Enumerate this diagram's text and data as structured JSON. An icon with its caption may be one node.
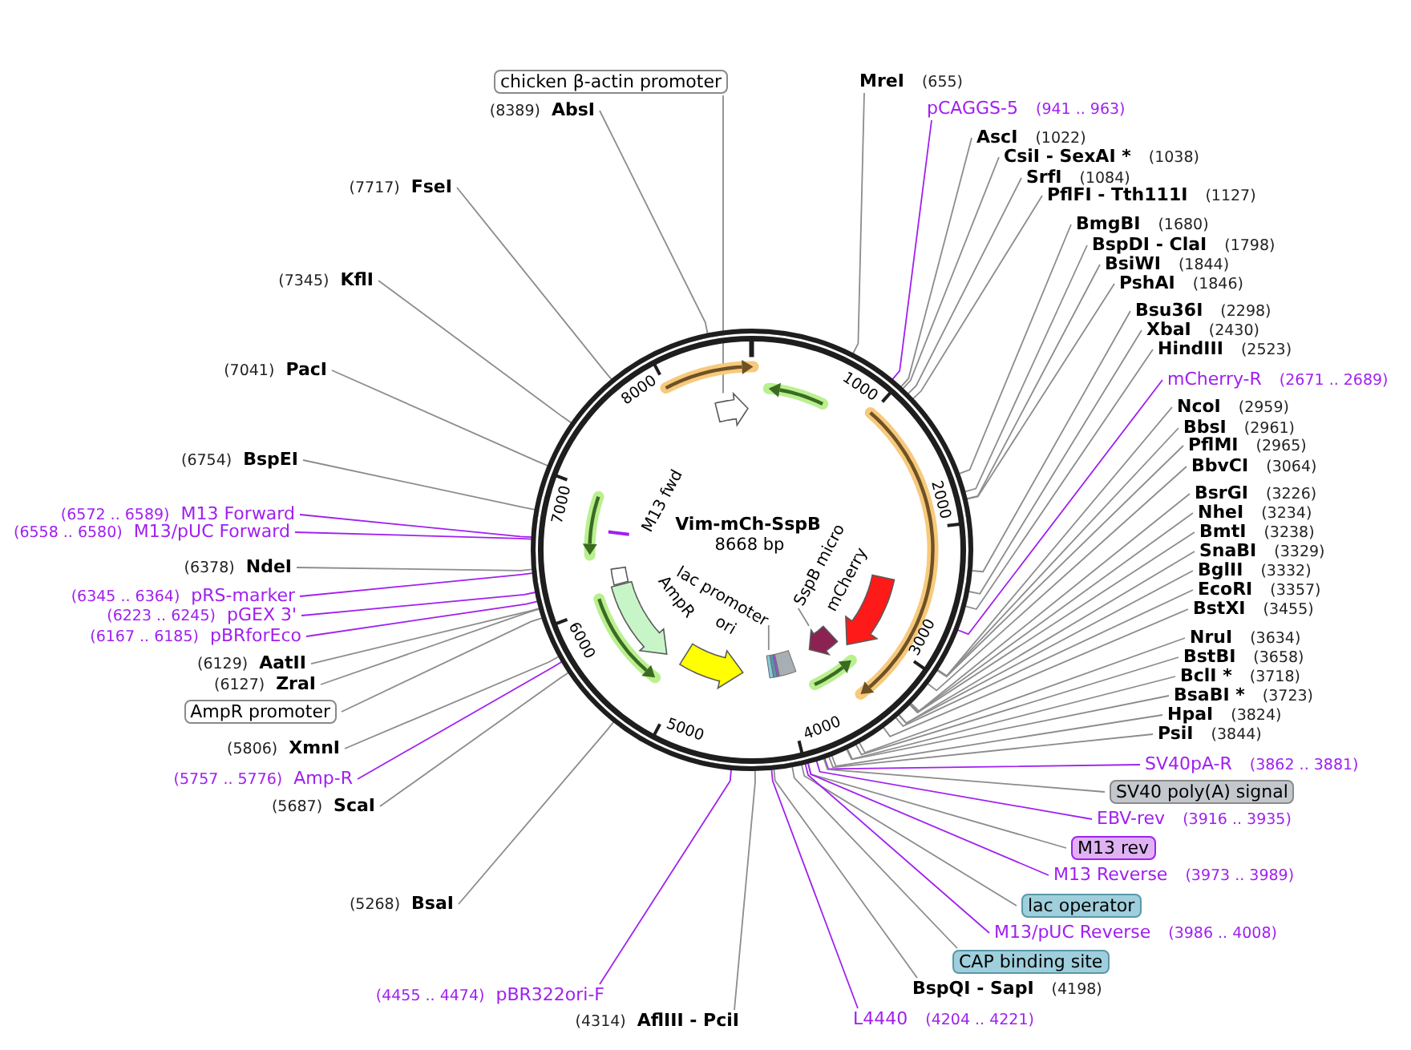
{
  "diagram": {
    "title": "Vim-mCh-SspB",
    "nodes": [
      {
        "text": [
          "chicken β-actin promoter"
        ]
      },
      {
        "text": [
          "(8389)",
          "AbsI"
        ]
      },
      {
        "text": [
          "(7717)",
          "FseI"
        ]
      },
      {
        "text": [
          "(7345)",
          "KflI"
        ]
      },
      {
        "text": [
          "(7041)",
          "PacI"
        ]
      },
      {
        "text": [
          "(6754)",
          "BspEI"
        ]
      },
      {
        "text": [
          "(6572 .. 6589)",
          "M13 Forward"
        ]
      },
      {
        "text": [
          "(6558 .. 6580)",
          "M13/pUC Forward"
        ]
      },
      {
        "text": [
          "(6378)",
          "NdeI"
        ]
      },
      {
        "text": [
          "(6345 .. 6364)",
          "pRS-marker"
        ]
      },
      {
        "text": [
          "(6223 .. 6245)",
          "pGEX 3'"
        ]
      },
      {
        "text": [
          "(6167 .. 6185)",
          "pBRforEco"
        ]
      },
      {
        "text": [
          "(6129)",
          "AatII"
        ]
      },
      {
        "text": [
          "(6127)",
          "ZraI"
        ]
      },
      {
        "text": [
          "AmpR promoter"
        ]
      },
      {
        "text": [
          "(5806)",
          "XmnI"
        ]
      },
      {
        "text": [
          "(5757 .. 5776)",
          "Amp-R"
        ]
      },
      {
        "text": [
          "(5687)",
          "ScaI"
        ]
      },
      {
        "text": [
          "(5268)",
          "BsaI"
        ]
      },
      {
        "text": [
          "(4455 .. 4474)",
          "pBR322ori-F"
        ]
      },
      {
        "text": [
          "(4314)",
          "AflIII - PciI"
        ]
      },
      {
        "text": [
          "MreI",
          "(655)"
        ]
      },
      {
        "text": [
          "pCAGGS-5",
          "(941 .. 963)"
        ]
      },
      {
        "text": [
          "AscI",
          "(1022)"
        ]
      },
      {
        "text": [
          "CsiI - SexAI *",
          "(1038)"
        ]
      },
      {
        "text": [
          "SrfI",
          "(1084)"
        ]
      },
      {
        "text": [
          "PflFI - Tth111I",
          "(1127)"
        ]
      },
      {
        "text": [
          "BmgBI",
          "(1680)"
        ]
      },
      {
        "text": [
          "BspDI - ClaI",
          "(1798)"
        ]
      },
      {
        "text": [
          "BsiWI",
          "(1844)"
        ]
      },
      {
        "text": [
          "PshAI",
          "(1846)"
        ]
      },
      {
        "text": [
          "Bsu36I",
          "(2298)"
        ]
      },
      {
        "text": [
          "XbaI",
          "(2430)"
        ]
      },
      {
        "text": [
          "HindIII",
          "(2523)"
        ]
      },
      {
        "text": [
          "mCherry-R",
          "(2671 .. 2689)"
        ]
      },
      {
        "text": [
          "NcoI",
          "(2959)"
        ]
      },
      {
        "text": [
          "BbsI",
          "(2961)"
        ]
      },
      {
        "text": [
          "PflMI",
          "(2965)"
        ]
      },
      {
        "text": [
          "BbvCI",
          "(3064)"
        ]
      },
      {
        "text": [
          "BsrGI",
          "(3226)"
        ]
      },
      {
        "text": [
          "NheI",
          "(3234)"
        ]
      },
      {
        "text": [
          "BmtI",
          "(3238)"
        ]
      },
      {
        "text": [
          "SnaBI",
          "(3329)"
        ]
      },
      {
        "text": [
          "BglII",
          "(3332)"
        ]
      },
      {
        "text": [
          "EcoRI",
          "(3357)"
        ]
      },
      {
        "text": [
          "BstXI",
          "(3455)"
        ]
      },
      {
        "text": [
          "NruI",
          "(3634)"
        ]
      },
      {
        "text": [
          "BstBI",
          "(3658)"
        ]
      },
      {
        "text": [
          "BclI *",
          "(3718)"
        ]
      },
      {
        "text": [
          "BsaBI *",
          "(3723)"
        ]
      },
      {
        "text": [
          "HpaI",
          "(3824)"
        ]
      },
      {
        "text": [
          "PsiI",
          "(3844)"
        ]
      },
      {
        "text": [
          "SV40pA-R",
          "(3862 .. 3881)"
        ]
      },
      {
        "text": [
          "SV40 poly(A) signal"
        ]
      },
      {
        "text": [
          "EBV-rev",
          "(3916 .. 3935)"
        ]
      },
      {
        "text": [
          "M13 rev"
        ]
      },
      {
        "text": [
          "M13 Reverse",
          "(3973 .. 3989)"
        ]
      },
      {
        "text": [
          "lac operator"
        ]
      },
      {
        "text": [
          "M13/pUC Reverse",
          "(3986 .. 4008)"
        ]
      },
      {
        "text": [
          "CAP binding site"
        ]
      },
      {
        "text": [
          "BspQI - SapI",
          "(4198)"
        ]
      },
      {
        "text": [
          "L4440",
          "(4204 .. 4221)"
        ]
      },
      {
        "text": [],
        "shape": "circle"
      },
      {
        "text": [],
        "shape": "arrow",
        "in": 62
      },
      {
        "text": [],
        "shape": "arrow",
        "in": 62
      },
      {
        "text": [],
        "shape": "arrow",
        "in": 62
      },
      {
        "text": [],
        "shape": "arrow",
        "in": 62
      },
      {
        "text": [],
        "shape": "arrow",
        "in": 62,
        "beside": [
          "mCherry"
        ]
      },
      {
        "text": [],
        "shape": "arrow",
        "in": 62
      },
      {
        "text": [
          "SspB micro"
        ],
        "in": 62
      },
      {
        "text": [],
        "shape": "arrow",
        "in": 62
      },
      {
        "text": [],
        "shape": "box",
        "in": 62
      },
      {
        "text": [
          "lac promoter"
        ],
        "in": 62
      },
      {
        "text": [],
        "shape": "arrow",
        "in": 62,
        "beside": [
          "ori"
        ]
      },
      {
        "text": [],
        "shape": "arrow",
        "in": 62,
        "beside": [
          "AmpR"
        ]
      },
      {
        "text": [],
        "shape": "box",
        "in": 62
      },
      {
        "text": [],
        "shape": "arrow",
        "in": 62
      },
      {
        "text": [],
        "shape": "arrow",
        "in": 62
      },
      {
        "text": [],
        "shape": "bar",
        "in": 62,
        "beside": [
          "M13 fwd"
        ]
      }
    ],
    "edges": [
      {
        "from": 0,
        "to": 64,
        "arrow": "none"
      },
      {
        "from": 1,
        "to": 62,
        "arrow": "none"
      },
      {
        "from": 2,
        "to": 62,
        "arrow": "none"
      },
      {
        "from": 3,
        "to": 62,
        "arrow": "none"
      },
      {
        "from": 4,
        "to": 62,
        "arrow": "none"
      },
      {
        "from": 5,
        "to": 62,
        "arrow": "none"
      },
      {
        "from": 6,
        "to": 62,
        "arrow": "none",
        "color": "#a020f0"
      },
      {
        "from": 7,
        "to": 62,
        "arrow": "none",
        "color": "#a020f0"
      },
      {
        "from": 8,
        "to": 62,
        "arrow": "none"
      },
      {
        "from": 9,
        "to": 62,
        "arrow": "none",
        "color": "#a020f0"
      },
      {
        "from": 10,
        "to": 62,
        "arrow": "none",
        "color": "#a020f0"
      },
      {
        "from": 11,
        "to": 62,
        "arrow": "none",
        "color": "#a020f0"
      },
      {
        "from": 12,
        "to": 62,
        "arrow": "none"
      },
      {
        "from": 13,
        "to": 62,
        "arrow": "none"
      },
      {
        "from": 14,
        "to": 62,
        "arrow": "none"
      },
      {
        "from": 15,
        "to": 62,
        "arrow": "none"
      },
      {
        "from": 16,
        "to": 62,
        "arrow": "none",
        "color": "#a020f0"
      },
      {
        "from": 17,
        "to": 62,
        "arrow": "none"
      },
      {
        "from": 18,
        "to": 62,
        "arrow": "none"
      },
      {
        "from": 19,
        "to": 62,
        "arrow": "none",
        "color": "#a020f0"
      },
      {
        "from": 20,
        "to": 62,
        "arrow": "none"
      },
      {
        "from": 21,
        "to": 62,
        "arrow": "none"
      },
      {
        "from": 22,
        "to": 62,
        "arrow": "none",
        "color": "#a020f0"
      },
      {
        "from": 23,
        "to": 62,
        "arrow": "none"
      },
      {
        "from": 24,
        "to": 62,
        "arrow": "none"
      },
      {
        "from": 25,
        "to": 62,
        "arrow": "none"
      },
      {
        "from": 26,
        "to": 62,
        "arrow": "none"
      },
      {
        "from": 27,
        "to": 62,
        "arrow": "none"
      },
      {
        "from": 28,
        "to": 62,
        "arrow": "none"
      },
      {
        "from": 29,
        "to": 62,
        "arrow": "none"
      },
      {
        "from": 30,
        "to": 62,
        "arrow": "none"
      },
      {
        "from": 31,
        "to": 62,
        "arrow": "none"
      },
      {
        "from": 32,
        "to": 62,
        "arrow": "none"
      },
      {
        "from": 33,
        "to": 62,
        "arrow": "none"
      },
      {
        "from": 34,
        "to": 62,
        "arrow": "none",
        "color": "#a020f0"
      },
      {
        "from": 35,
        "to": 62,
        "arrow": "none"
      },
      {
        "from": 36,
        "to": 62,
        "arrow": "none"
      },
      {
        "from": 37,
        "to": 62,
        "arrow": "none"
      },
      {
        "from": 38,
        "to": 62,
        "arrow": "none"
      },
      {
        "from": 39,
        "to": 62,
        "arrow": "none"
      },
      {
        "from": 40,
        "to": 62,
        "arrow": "none"
      },
      {
        "from": 41,
        "to": 62,
        "arrow": "none"
      },
      {
        "from": 42,
        "to": 62,
        "arrow": "none"
      },
      {
        "from": 43,
        "to": 62,
        "arrow": "none"
      },
      {
        "from": 44,
        "to": 62,
        "arrow": "none"
      },
      {
        "from": 45,
        "to": 62,
        "arrow": "none"
      },
      {
        "from": 46,
        "to": 62,
        "arrow": "none"
      },
      {
        "from": 47,
        "to": 62,
        "arrow": "none"
      },
      {
        "from": 48,
        "to": 62,
        "arrow": "none"
      },
      {
        "from": 49,
        "to": 62,
        "arrow": "none"
      },
      {
        "from": 50,
        "to": 62,
        "arrow": "none"
      },
      {
        "from": 51,
        "to": 62,
        "arrow": "none"
      },
      {
        "from": 52,
        "to": 62,
        "arrow": "none",
        "color": "#a020f0"
      },
      {
        "from": 53,
        "to": 62,
        "arrow": "none"
      },
      {
        "from": 54,
        "to": 62,
        "arrow": "none",
        "color": "#a020f0"
      },
      {
        "from": 55,
        "to": 62,
        "arrow": "none"
      },
      {
        "from": 56,
        "to": 62,
        "arrow": "none",
        "color": "#a020f0"
      },
      {
        "from": 57,
        "to": 62,
        "arrow": "none"
      },
      {
        "from": 58,
        "to": 62,
        "arrow": "none",
        "color": "#a020f0"
      },
      {
        "from": 59,
        "to": 62,
        "arrow": "none"
      },
      {
        "from": 60,
        "to": 62,
        "arrow": "none"
      },
      {
        "from": 61,
        "to": 62,
        "arrow": "none",
        "color": "#a020f0"
      },
      {
        "from": 69,
        "to": 68,
        "arrow": "none"
      },
      {
        "from": 72,
        "to": 71,
        "arrow": "none"
      }
    ],
    "labels": [
      "8668 bp",
      "1000",
      "2000",
      "3000",
      "4000",
      "5000",
      "6000",
      "7000",
      "8000"
    ]
  }
}
